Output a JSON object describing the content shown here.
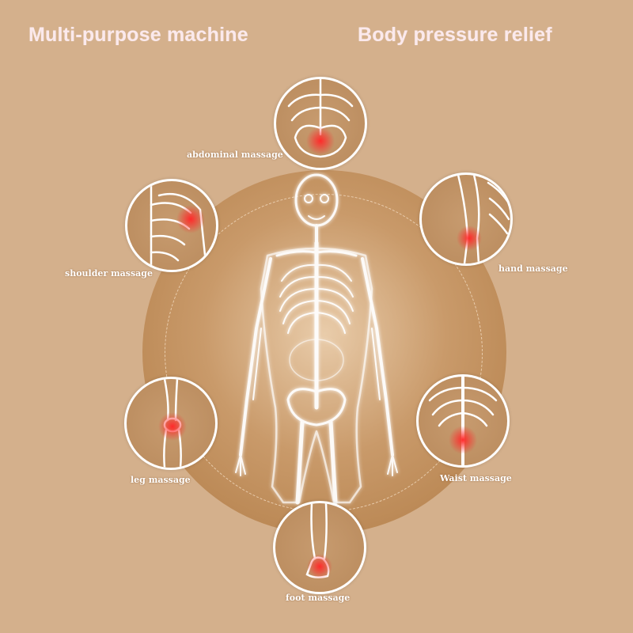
{
  "headlines": {
    "left": "Multi-purpose machine",
    "right": "Body pressure relief"
  },
  "massages": [
    {
      "label": "abdominal massage",
      "icon": "pelvis-icon"
    },
    {
      "label": "shoulder massage",
      "icon": "shoulder-icon"
    },
    {
      "label": "hand massage",
      "icon": "elbow-icon"
    },
    {
      "label": "leg massage",
      "icon": "knee-icon"
    },
    {
      "label": "Waist massage",
      "icon": "spine-icon"
    },
    {
      "label": "foot massage",
      "icon": "ankle-icon"
    }
  ],
  "colors": {
    "background": "#d4b08c",
    "circle_border": "#ffffff",
    "highlight": "#ff2a2a",
    "skeleton": "#ffffff"
  }
}
